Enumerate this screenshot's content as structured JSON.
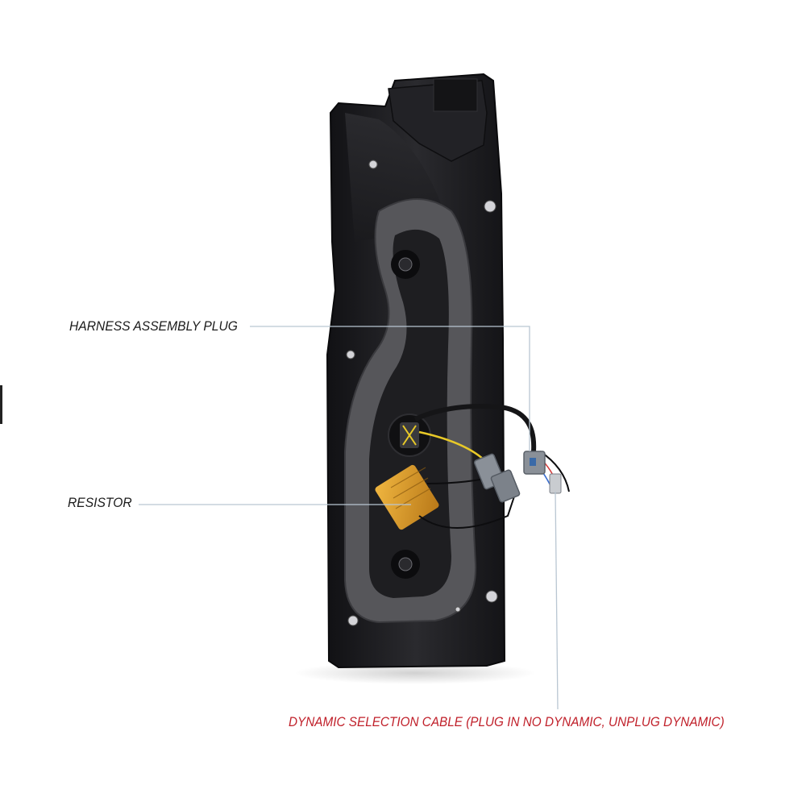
{
  "callouts": {
    "harness": "HARNESS ASSEMBLY PLUG",
    "resistor": "RESISTOR",
    "dynamic": "DYNAMIC SELECTION CABLE (PLUG IN NO DYNAMIC, UNPLUG DYNAMIC)"
  },
  "colors": {
    "background": "#ffffff",
    "housing": "#1c1c1f",
    "gasket": "#5a5a5c",
    "resistor_body": "#d79a2a",
    "leader_line": "#b9c6d2",
    "callout_text": "#1b1b1b",
    "callout_alert_text": "#c0202a",
    "connector": "#8a9098",
    "wire_yellow": "#e8c928"
  }
}
